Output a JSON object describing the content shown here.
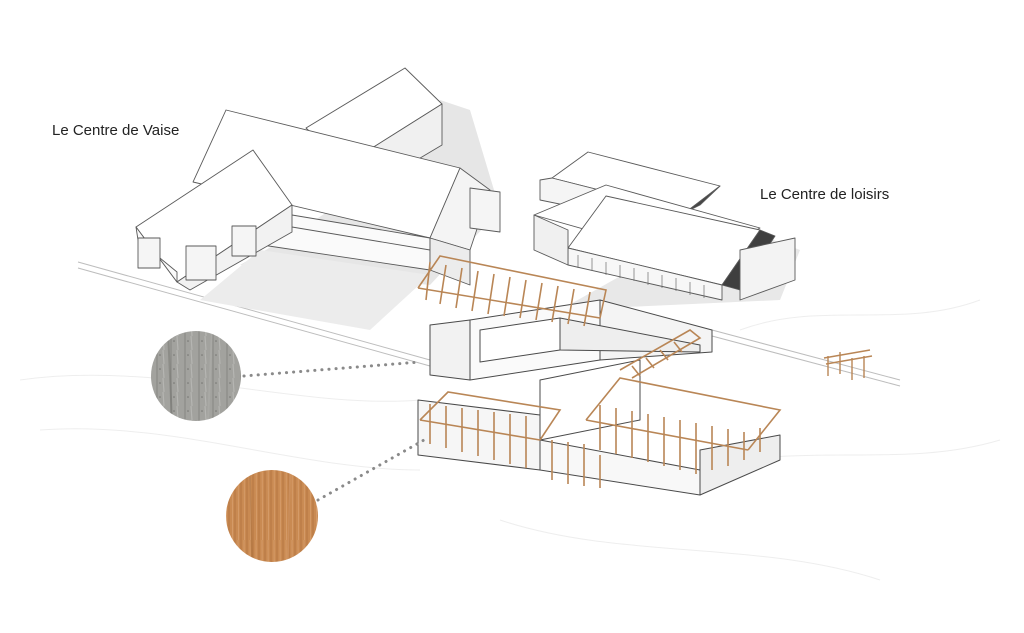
{
  "labels": {
    "vaise": "Le Centre de Vaise",
    "loisirs": "Le Centre de loisirs"
  },
  "materials": [
    {
      "name": "concrete-swatch",
      "color": "#9a9a96"
    },
    {
      "name": "timber-swatch",
      "color": "#c98a52"
    }
  ],
  "colors": {
    "line": "#5a5a5a",
    "roof": "#ffffff",
    "shadow": "#e6e6e6",
    "timber": "#d8a777",
    "timber_dark": "#b98656",
    "wall": "#f2f2f2",
    "dots": "#8a8a8a"
  }
}
